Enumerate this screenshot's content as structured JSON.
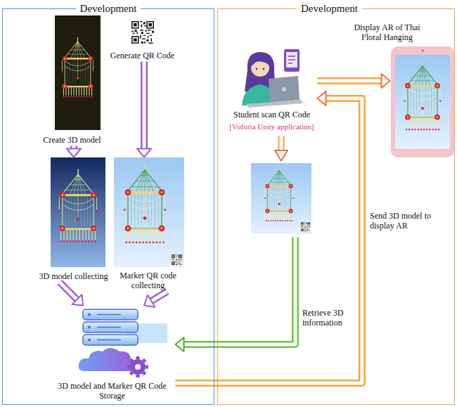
{
  "diagram": {
    "nodes": [
      {
        "text": [
          "Development"
        ]
      },
      {
        "text": [
          "Create 3D model"
        ],
        "in": 0
      },
      {
        "text": [
          "Generate QR Code"
        ],
        "in": 0
      },
      {
        "text": [
          "3D model collecting"
        ],
        "in": 0
      },
      {
        "text": [
          "Marker QR code collecting"
        ],
        "in": 0
      },
      {
        "text": [
          "3D model and Marker QR Code Storage"
        ],
        "in": 0
      },
      {
        "text": [
          "Development"
        ]
      },
      {
        "text": [
          "Student scan QR Code",
          "[Vuforia Unity application]"
        ],
        "in": 6
      },
      {
        "text": [
          "Display AR of Thai Floral Hanging"
        ],
        "in": 6
      }
    ],
    "edges": [
      {
        "from": 1,
        "to": 3,
        "arrow": "to"
      },
      {
        "from": 2,
        "to": 4,
        "arrow": "to"
      },
      {
        "from": 3,
        "to": 5,
        "arrow": "to"
      },
      {
        "from": 4,
        "to": 5,
        "arrow": "to"
      },
      {
        "from": 7,
        "to": 5,
        "label": "Retrieve 3D information",
        "arrow": "to"
      },
      {
        "from": 5,
        "to": 7,
        "label": "Send 3D model to display AR",
        "arrow": "to"
      },
      {
        "from": 7,
        "to": 8,
        "arrow": "to"
      }
    ]
  }
}
